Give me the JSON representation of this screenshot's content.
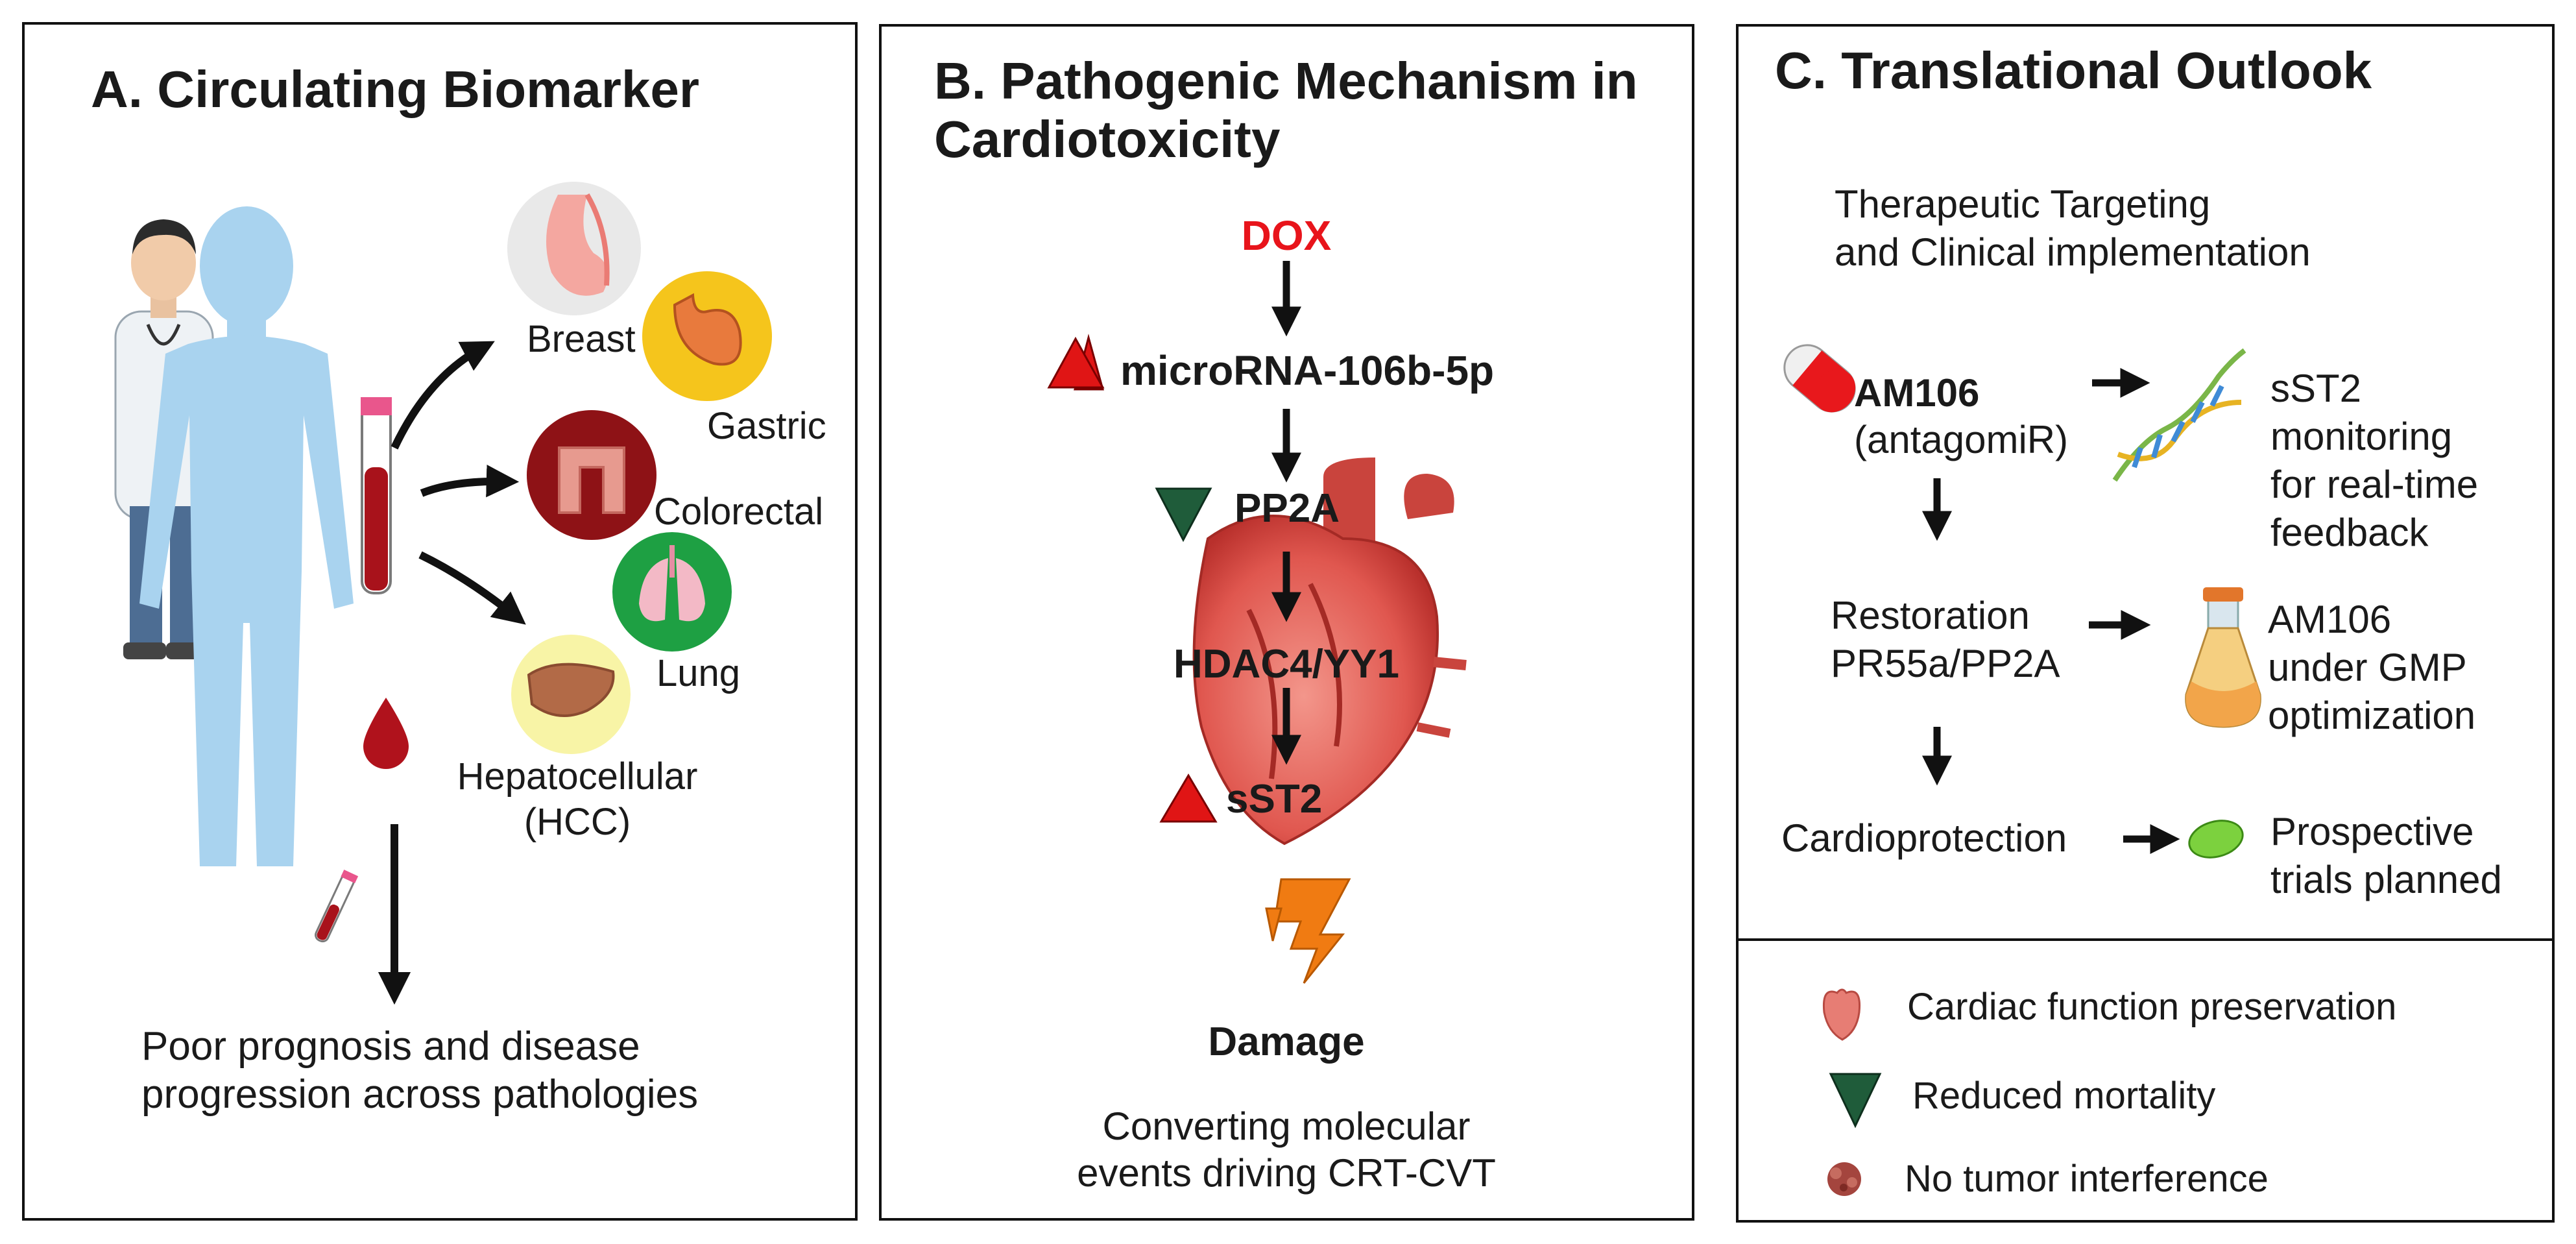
{
  "panel_a": {
    "title": "A. Circulating Biomarker",
    "cancers": {
      "breast": "Breast",
      "gastric": "Gastric",
      "colorectal": "Colorectal",
      "lung": "Lung",
      "hcc_line1": "Hepatocellular",
      "hcc_line2": "(HCC)"
    },
    "outcome_line1": "Poor prognosis and disease",
    "outcome_line2": "progression across pathologies"
  },
  "panel_b": {
    "title_line1": "B. Pathogenic Mechanism in",
    "title_line2": "Cardiotoxicity",
    "dox": "DOX",
    "mirna": "microRNA-106b-5p",
    "pp2a": "PP2A",
    "hdac": "HDAC4/YY1",
    "sst2": "sST2",
    "damage": "Damage",
    "caption_line1": "Converting molecular",
    "caption_line2": "events driving CRT-CVT"
  },
  "panel_c": {
    "title": "C. Translational Outlook",
    "subtitle_line1": "Therapeutic Targeting",
    "subtitle_line2": "and Clinical implementation",
    "am106": "AM106",
    "antagomir": "(antagomiR)",
    "sst2_line1": "sST2",
    "sst2_line2": "monitoring",
    "sst2_line3": "for real-time",
    "sst2_line4": "feedback",
    "restoration_line1": "Restoration",
    "restoration_line2": "PR55a/PP2A",
    "gmp_line1": "AM106",
    "gmp_line2": "under GMP",
    "gmp_line3": "optimization",
    "cardioprotection": "Cardioprotection",
    "trials_line1": "Prospective",
    "trials_line2": "trials planned",
    "legend": [
      "Cardiac function preservation",
      "Reduced mortality",
      "No tumor interference"
    ]
  },
  "colors": {
    "dox_red": "#e8141b",
    "up_red": "#e01515",
    "down_green": "#1f5c3a",
    "body_blue": "#a9d3ef",
    "heart_red": "#e0574f",
    "bolt_orange": "#f07b12"
  },
  "icons": [
    "doctor-figure",
    "human-silhouette",
    "blood-tube-icon",
    "blood-drop-icon",
    "breast-icon",
    "stomach-icon",
    "colon-icon",
    "lungs-icon",
    "liver-icon",
    "heart-illustration",
    "lightning-icon",
    "capsule-icon",
    "dna-icon",
    "flask-icon",
    "green-pill-icon",
    "heart-small-icon",
    "tumor-icon"
  ]
}
